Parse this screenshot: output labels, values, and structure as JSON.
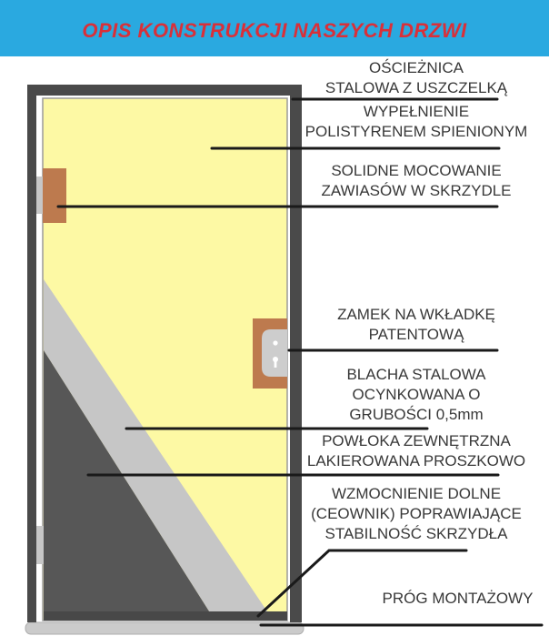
{
  "header": {
    "title": "OPIS KONSTRUKCJI NASZYCH DRZWI"
  },
  "colors": {
    "header_bg": "#2AA9E0",
    "title_color": "#D93039",
    "frame": "#4A4A4A",
    "leaf": "#FDF9A4",
    "leaf_border": "#9B9B9B",
    "insulation_band": "#C6C6C6",
    "dark_layer": "#575757",
    "bottom_strip": "#484848",
    "hinge_brown": "#BD7A4E",
    "metal_gray": "#C6C6C6",
    "lock_plate": "#CDCDCD",
    "threshold": "#CBCBCB",
    "line_color": "#1A1A1A",
    "text_color": "#383838"
  },
  "labels": [
    {
      "name": "frame",
      "lines": [
        "OŚCIEŻNICA",
        "STALOWA Z USZCZELKĄ"
      ]
    },
    {
      "name": "filling",
      "lines": [
        "WYPEŁNIENIE",
        "POLISTYRENEM SPIENIONYM"
      ]
    },
    {
      "name": "hinges",
      "lines": [
        "SOLIDNE MOCOWANIE",
        "ZAWIASÓW W SKRZYDLE"
      ]
    },
    {
      "name": "lock",
      "lines": [
        "ZAMEK NA WKŁADKĘ",
        "PATENTOWĄ"
      ]
    },
    {
      "name": "steel-sheet",
      "lines": [
        "BLACHA STALOWA",
        "OCYNKOWANA O",
        "GRUBOŚCI 0,5mm"
      ]
    },
    {
      "name": "coating",
      "lines": [
        "POWŁOKA ZEWNĘTRZNA",
        "LAKIEROWANA PROSZKOWO"
      ]
    },
    {
      "name": "reinforcement",
      "lines": [
        "WZMOCNIENIE DOLNE",
        "(CEOWNIK) POPRAWIAJĄCE",
        "STABILNOŚĆ SKRZYDŁA"
      ]
    },
    {
      "name": "threshold",
      "lines": [
        "PRÓG MONTAŻOWY"
      ]
    }
  ]
}
